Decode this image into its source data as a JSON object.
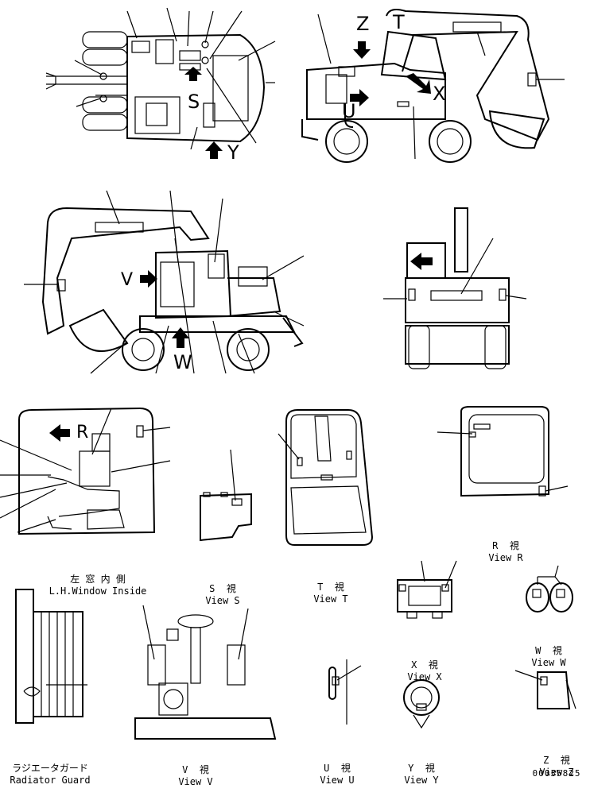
{
  "views": {
    "lh_window": {
      "jp": "左 窓 内 側",
      "en": "L.H.Window Inside",
      "marker": "R"
    },
    "view_s": {
      "jp": "S  視",
      "en": "View S"
    },
    "view_t": {
      "jp": "T  視",
      "en": "View T"
    },
    "view_r": {
      "jp": "R  視",
      "en": "View R"
    },
    "view_x": {
      "jp": "X  視",
      "en": "View X"
    },
    "view_w": {
      "jp": "W  視",
      "en": "View W"
    },
    "radiator": {
      "jp": "ラジエータガード",
      "en": "Radiator Guard"
    },
    "view_v": {
      "jp": "V  視",
      "en": "View V"
    },
    "view_u": {
      "jp": "U  視",
      "en": "View U"
    },
    "view_y": {
      "jp": "Y  視",
      "en": "View Y"
    },
    "view_z": {
      "jp": "Z  視",
      "en": "View Z"
    }
  },
  "markers": {
    "s": "S",
    "y": "Y",
    "z": "Z",
    "t": "T",
    "u": "U",
    "x": "X",
    "v": "V",
    "w": "W"
  },
  "part_number": "00035825"
}
